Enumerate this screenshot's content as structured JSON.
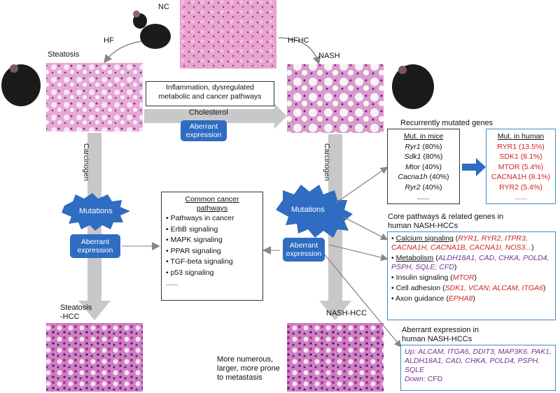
{
  "labels": {
    "nc": "NC",
    "hf": "HF",
    "hfhc": "HFHC",
    "steatosis": "Steatosis",
    "nash": "NASH",
    "inflammation": "Inflammation, dysregulated metabolic and cancer pathways",
    "cholesterol": "Cholesterol",
    "aberrant": "Aberrant expression",
    "carcinogen": "Carcinogen",
    "mutations": "Mutations",
    "steatosis_hcc_1": "Steatosis",
    "steatosis_hcc_2": "-HCC",
    "nash_hcc": "NASH-HCC",
    "more_1": "More numerous,",
    "more_2": "larger, more prone",
    "more_3": "to metastasis",
    "recurrent": "Recurrently mutated genes"
  },
  "common": {
    "title_1": "Common cancer",
    "title_2": "pathways",
    "items": [
      "Pathways in cancer",
      "ErbB signaling",
      "MAPK signaling",
      "PPAR signaling",
      "TGF-beta signaling",
      "p53 signaling",
      "......"
    ]
  },
  "mice": {
    "title": "Mut. in mice",
    "items": [
      {
        "gene": "Ryr1",
        "pct": "(80%)"
      },
      {
        "gene": "Sdk1",
        "pct": "(80%)"
      },
      {
        "gene": "Mtor",
        "pct": "(40%)"
      },
      {
        "gene": "Cacna1h",
        "pct": "(40%)"
      },
      {
        "gene": "Ryr2",
        "pct": "(40%)"
      },
      {
        "gene": "......",
        "pct": ""
      }
    ]
  },
  "human": {
    "title": "Mut. in human",
    "items": [
      "RYR1 (13.5%)",
      "SDK1 (8.1%)",
      "MTOR (5.4%)",
      "CACNA1H (8.1%)",
      "RYR2 (5.4%)",
      "......"
    ]
  },
  "core": {
    "title_1": "Core pathways & related genes in",
    "title_2": "human NASH-HCCs",
    "items": [
      {
        "name": "Calcium signaling",
        "underline": true,
        "open": " (",
        "genes": "RYR1, RYR2, ITPR3, CACNA1H, CACNA1B, CACNA1I, NOS3...",
        "close": ")",
        "color": "red"
      },
      {
        "name": "Metabolism",
        "underline": true,
        "open": " (",
        "genes": "ALDH18A1, CAD, CHKA, POLD4, PSPH, SQLE; CFD",
        "close": ")",
        "color": "purple"
      },
      {
        "name": "Insulin signaling",
        "underline": false,
        "open": " (",
        "genes": "MTOR",
        "close": ")",
        "color": "red"
      },
      {
        "name": "Cell adhesion",
        "underline": false,
        "open": " (",
        "genes": "SDK1, VCAN; ALCAM, ITGA6",
        "close": ")",
        "color": "mixed"
      },
      {
        "name": "Axon guidance",
        "underline": false,
        "open": " (",
        "genes": "EPHA8",
        "close": ")",
        "color": "red"
      }
    ]
  },
  "aberrant_human": {
    "title_1": "Aberrant expression in",
    "title_2": "human NASH-HCCs",
    "up_label": "Up:",
    "up_genes": "ALCAM, ITGA6, DDIT3, MAP3K6, PAK1, ALDH18A1, CAD, CHKA, POLD4, PSPH, SQLE",
    "down_label": "Down:",
    "down_genes": "CFD"
  },
  "colors": {
    "accent_blue": "#2f6cc2",
    "red_gene": "#d42020",
    "purple_gene": "#7a2f95"
  }
}
